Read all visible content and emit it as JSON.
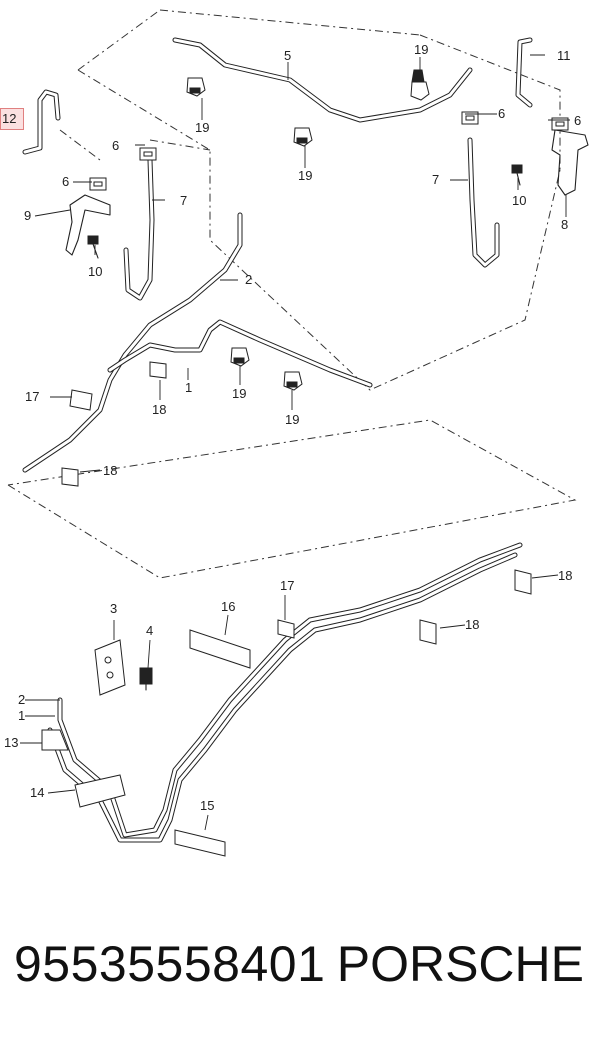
{
  "diagram": {
    "callouts": [
      "1",
      "2",
      "3",
      "4",
      "5",
      "6",
      "7",
      "8",
      "9",
      "10",
      "11",
      "12",
      "13",
      "14",
      "15",
      "16",
      "17",
      "18",
      "19"
    ],
    "highlighted_callout": "12",
    "highlight_color": "#fbe0e0"
  },
  "footer": {
    "part_number": "95535558401",
    "brand": "PORSCHE"
  }
}
